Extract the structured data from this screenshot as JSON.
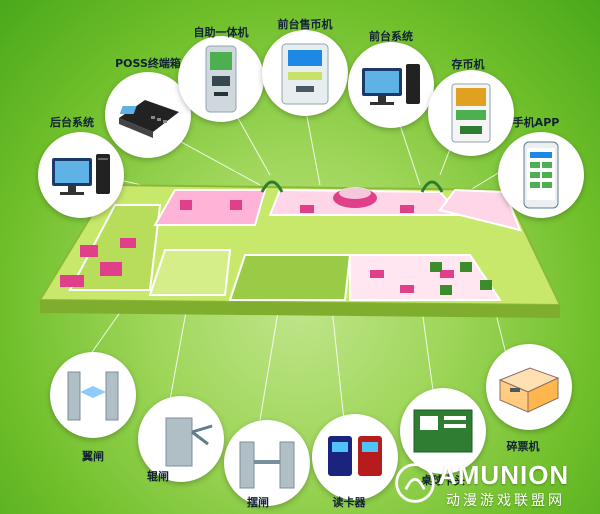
{
  "nodes": {
    "back_office": "后台系统",
    "pos_terminal": "POSS终端箱",
    "self_service": "自助一体机",
    "token_vending": "前台售币机",
    "front_desk": "前台系统",
    "coin_storage": "存币机",
    "mobile_app": "手机APP",
    "wing_gate": "翼闸",
    "tripod_gate": "辊闸",
    "swing_gate": "摆闸",
    "card_reader": "读卡器",
    "table_card": "桌球卡头",
    "ticket_shredder": "碎票机"
  },
  "brand": {
    "name": "AMUNION",
    "subtitle": "动漫游戏联盟网"
  },
  "colors": {
    "floor": "#c7e86a",
    "wall": "#ff6fae",
    "accent_pink": "#e0408a"
  }
}
